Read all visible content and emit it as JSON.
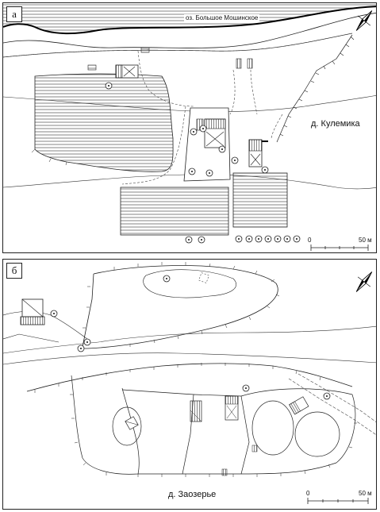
{
  "panel_a": {
    "label": "а",
    "lake_name": "оз. Большое Мошинское",
    "village_name": "д. Кулемика",
    "scale": {
      "zero": "0",
      "max": "50 м"
    }
  },
  "panel_b": {
    "label": "б",
    "village_name": "д. Заозерье",
    "scale": {
      "zero": "0",
      "max": "50 м"
    }
  },
  "icons": [
    "north-arrow-icon",
    "pit-marker-icon",
    "building-icon",
    "hatched-area"
  ]
}
